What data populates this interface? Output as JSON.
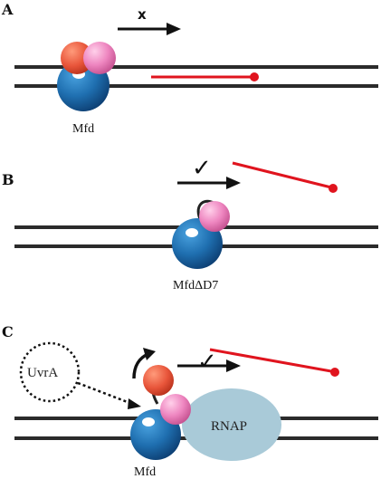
{
  "panels": {
    "a": {
      "letter": "A",
      "mark": "x",
      "protein_label": "Mfd"
    },
    "b": {
      "letter": "B",
      "mark": "✓",
      "protein_label": "MfdΔD7"
    },
    "c": {
      "letter": "C",
      "mark": "✓",
      "protein_label": "Mfd",
      "bubble_label": "UvrA",
      "polymerase_label": "RNAP"
    }
  },
  "colors": {
    "dna": "#2b2b2b",
    "transcript": "#e0141e",
    "domain_blue": "#1f6fb0",
    "domain_orange": "#e8553a",
    "domain_pink": "#e874b4",
    "rnap": "#a9cad8"
  },
  "icons": [
    "check-mark-icon",
    "x-mark-icon",
    "arrow-icon",
    "curved-arrow-icon"
  ]
}
